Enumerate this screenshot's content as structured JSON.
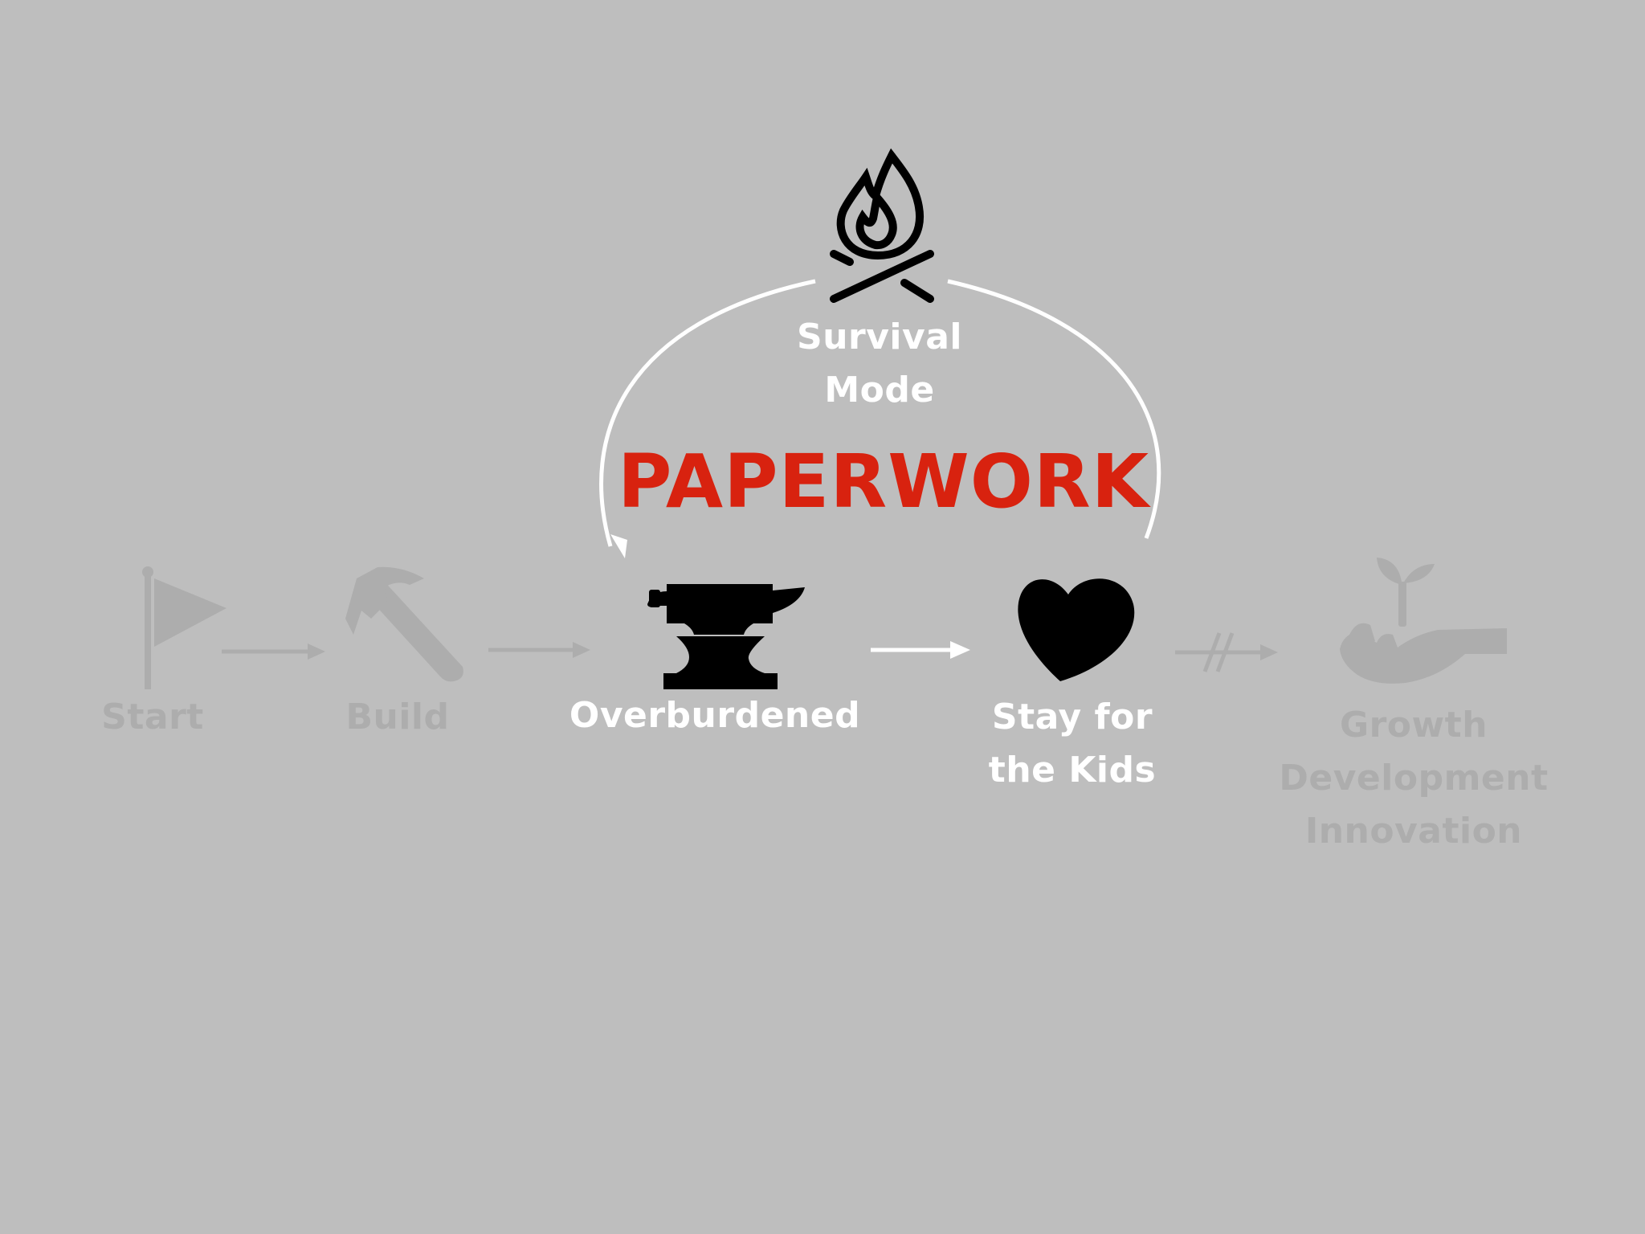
{
  "headline": "PAPERWORK",
  "loop_label": "Survival\nMode",
  "stages": {
    "start": "Start",
    "build": "Build",
    "overburdened": "Overburdened",
    "stay": "Stay for\nthe Kids",
    "growth": "Growth\nDevelopment\nInnovation"
  },
  "icons": {
    "start": "flag-icon",
    "build": "hammer-icon",
    "overburdened": "anvil-icon",
    "stay": "heart-icon",
    "growth": "seedling-in-hand-icon",
    "loop": "campfire-icon"
  },
  "colors": {
    "background": "#bebebe",
    "headline": "#d8220f",
    "active_text": "#ffffff",
    "muted": "#adadad",
    "icon_active": "#000000"
  }
}
